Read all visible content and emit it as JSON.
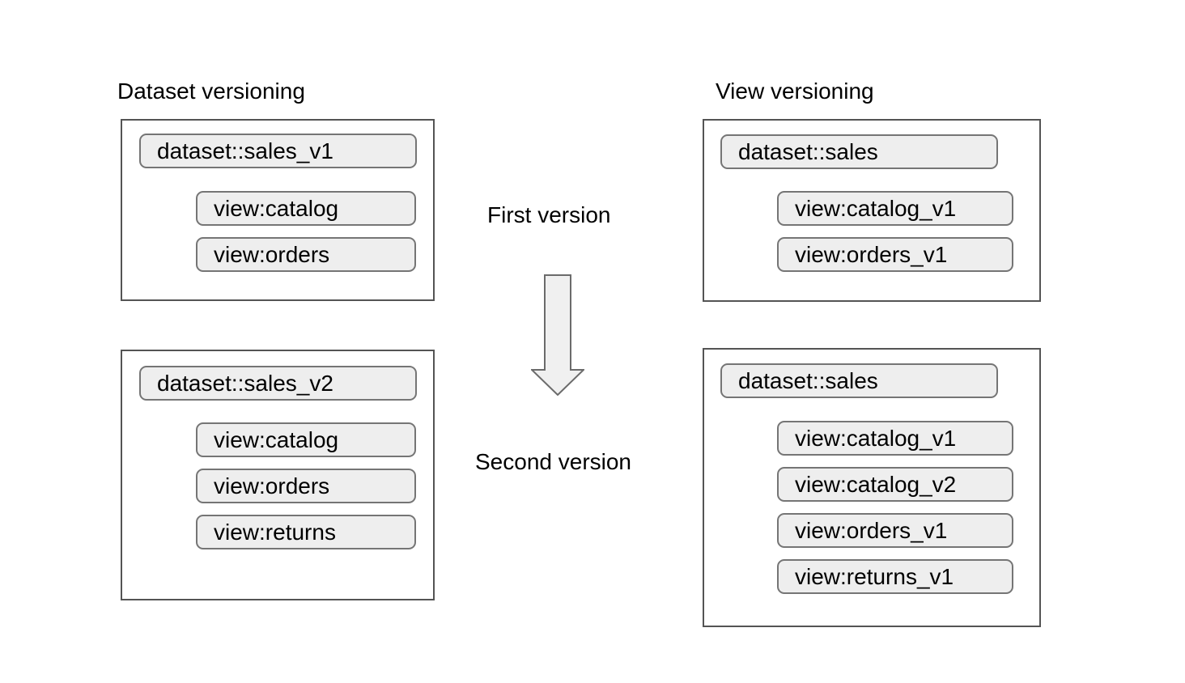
{
  "headings": {
    "left": "Dataset versioning",
    "right": "View versioning"
  },
  "center": {
    "first_label": "First version",
    "second_label": "Second version",
    "arrow_icon": "down-block-arrow"
  },
  "boxes": {
    "dataset_v1": {
      "dataset": "dataset::sales_v1",
      "views": [
        "view:catalog",
        "view:orders"
      ]
    },
    "dataset_v2": {
      "dataset": "dataset::sales_v2",
      "views": [
        "view:catalog",
        "view:orders",
        "view:returns"
      ]
    },
    "view_v1": {
      "dataset": "dataset::sales",
      "views": [
        "view:catalog_v1",
        "view:orders_v1"
      ]
    },
    "view_v2": {
      "dataset": "dataset::sales",
      "views": [
        "view:catalog_v1",
        "view:catalog_v2",
        "view:orders_v1",
        "view:returns_v1"
      ]
    }
  },
  "colors": {
    "background": "#ffffff",
    "box_border": "#545454",
    "pill_fill": "#eeeeee",
    "pill_border": "#757575",
    "arrow_fill": "#f0f0f0",
    "arrow_border": "#6b6b6b",
    "text": "#000000"
  }
}
